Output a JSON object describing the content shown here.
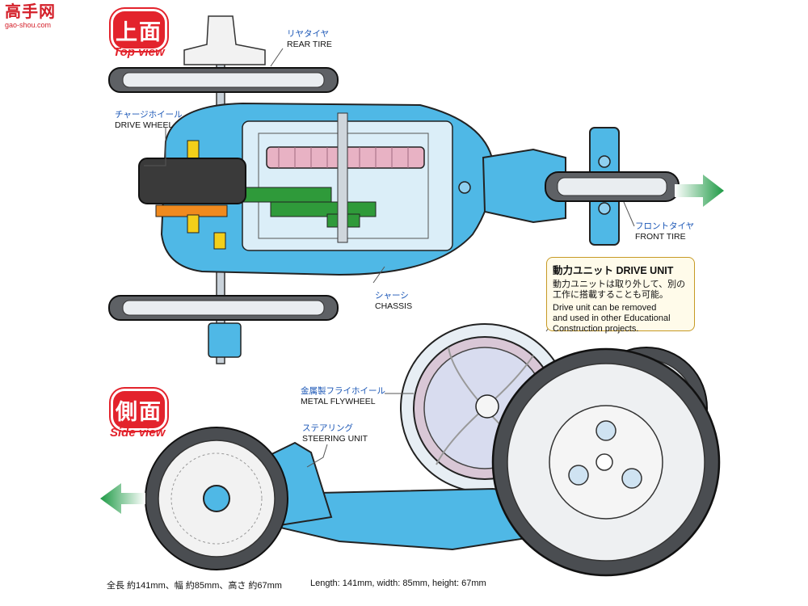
{
  "logo": {
    "main": "高手网",
    "sub": "gao-shou.com"
  },
  "top_view": {
    "badge": "上面",
    "caption": "Top view"
  },
  "side_view": {
    "badge": "側面",
    "caption": "Side view"
  },
  "labels": {
    "rear_tire": {
      "jp": "リヤタイヤ",
      "en": "REAR TIRE"
    },
    "drive_wheel": {
      "jp": "チャージホイール",
      "en": "DRIVE WHEEL"
    },
    "front_tire": {
      "jp": "フロントタイヤ",
      "en": "FRONT TIRE"
    },
    "chassis": {
      "jp": "シャーシ",
      "en": "CHASSIS"
    },
    "metal_flywheel": {
      "jp": "金属製フライホイール",
      "en": "METAL FLYWHEEL"
    },
    "steering_unit": {
      "jp": "ステアリング",
      "en": "STEERING UNIT"
    }
  },
  "drive_unit": {
    "title_jp": "動力ユニット",
    "title_en": "DRIVE UNIT",
    "text_jp_1": "動力ユニットは取り外して、別の",
    "text_jp_2": "工作に搭載することも可能。",
    "text_en_1": "Drive unit can be removed",
    "text_en_2": "and used in other Educational",
    "text_en_3": "Construction projects."
  },
  "dimensions": {
    "jp": "全長 約141mm、幅 約85mm、高さ 約67mm",
    "en": "Length: 141mm, width: 85mm, height: 67mm"
  },
  "colors": {
    "chassis_blue": "#4fb8e6",
    "gear_green": "#2f9a3a",
    "badge_red": "#e3232c",
    "arrow_green": "#1e9a45"
  },
  "icons": [
    "direction-arrow-right",
    "direction-arrow-left"
  ]
}
